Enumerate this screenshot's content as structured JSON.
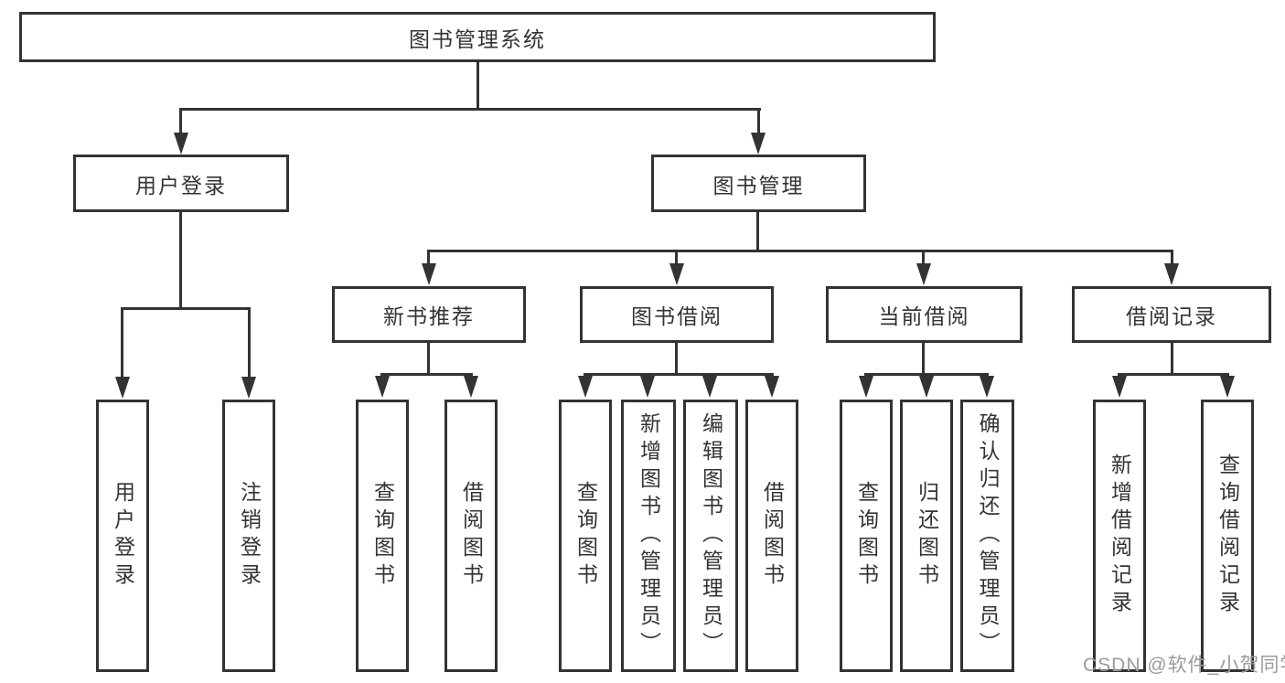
{
  "diagram": {
    "root": {
      "label": "图书管理系统",
      "children": [
        {
          "label": "用户登录",
          "children": [
            {
              "label": "用户登录"
            },
            {
              "label": "注销登录"
            }
          ]
        },
        {
          "label": "图书管理",
          "children": [
            {
              "label": "新书推荐",
              "children": [
                {
                  "label": "查询图书"
                },
                {
                  "label": "借阅图书"
                }
              ]
            },
            {
              "label": "图书借阅",
              "children": [
                {
                  "label": "查询图书"
                },
                {
                  "label": "新增图书（管理员）"
                },
                {
                  "label": "编辑图书（管理员）"
                },
                {
                  "label": "借阅图书"
                }
              ]
            },
            {
              "label": "当前借阅",
              "children": [
                {
                  "label": "查询图书"
                },
                {
                  "label": "归还图书"
                },
                {
                  "label": "确认归还（管理员）"
                }
              ]
            },
            {
              "label": "借阅记录",
              "children": [
                {
                  "label": "新增借阅记录"
                },
                {
                  "label": "查询借阅记录"
                }
              ]
            }
          ]
        }
      ]
    }
  },
  "watermark": {
    "text": "CSDN @软件_小贺同学"
  },
  "colors": {
    "line": "#333333",
    "box_border": "#333333",
    "text": "#333333",
    "background": "#ffffff",
    "watermark": "#9b9b9b"
  }
}
